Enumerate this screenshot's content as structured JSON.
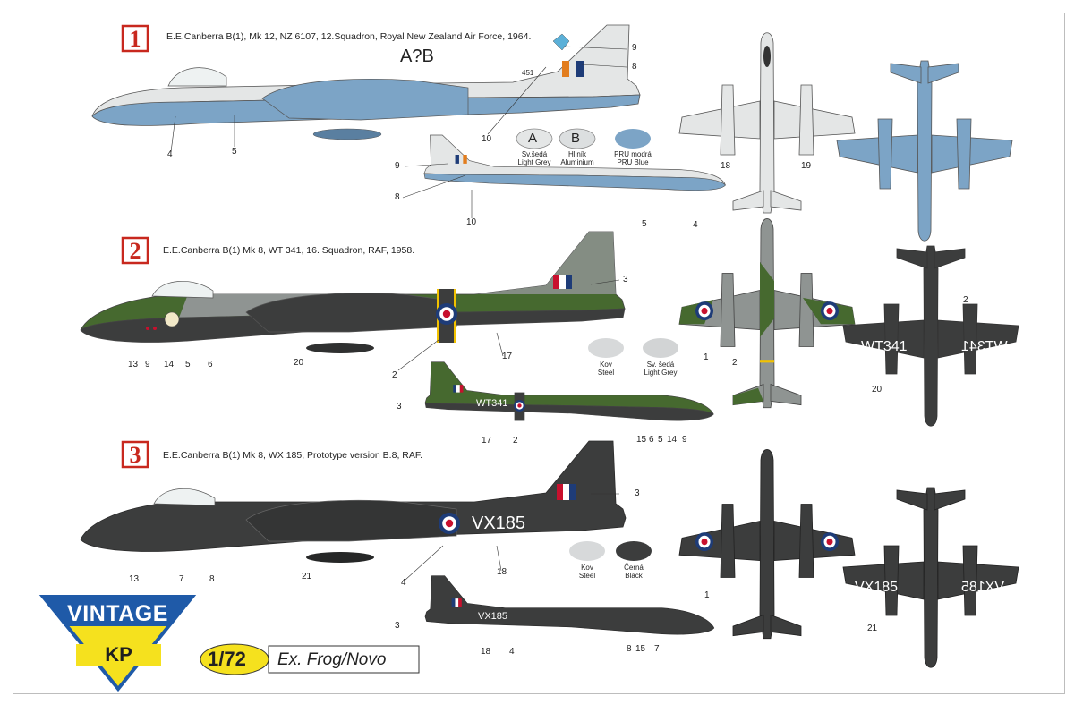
{
  "colors": {
    "prusky": "#7ca4c6",
    "silver": "#e4e6e6",
    "rafgreen": "#46692f",
    "rafgrey": "#8f9492",
    "black": "#3c3d3d",
    "roundel_red": "#c8102e",
    "roundel_blue": "#1e3c78",
    "badge_red": "#c8281e",
    "logo_blue": "#1f5aa8",
    "logo_yellow": "#f5e11e"
  },
  "schemes": [
    {
      "number": "1",
      "title": "E.E.Canberra B(1), Mk 12, NZ 6107, 12.Squadron, Royal New Zealand Air Force, 1964.",
      "fin_code": "A?B",
      "small_code": "451",
      "callouts": [
        "9",
        "8",
        "4",
        "5",
        "10",
        "9",
        "8",
        "10",
        "5",
        "4",
        "18",
        "19"
      ]
    },
    {
      "number": "2",
      "title": "E.E.Canberra B(1) Mk 8,  WT 341, 16. Squadron, RAF, 1958.",
      "serial": "WT341",
      "callouts": [
        "3",
        "13",
        "9",
        "14",
        "5",
        "6",
        "20",
        "2",
        "17",
        "3",
        "17",
        "2",
        "15",
        "6",
        "5",
        "14",
        "9",
        "1",
        "2",
        "2",
        "20"
      ]
    },
    {
      "number": "3",
      "title": "E.E.Canberra B(1) Mk 8,  WX 185, Prototype version B.8, RAF.",
      "serial": "VX185",
      "callouts": [
        "3",
        "13",
        "7",
        "8",
        "21",
        "4",
        "18",
        "3",
        "18",
        "4",
        "8",
        "15",
        "7",
        "1",
        "21"
      ]
    }
  ],
  "swatches": [
    {
      "letter": "A",
      "line1": "Sv.šedá",
      "line2": "Light Grey",
      "color": "#e4e6e6"
    },
    {
      "letter": "B",
      "line1": "Hliník",
      "line2": "Aluminium",
      "color": "#dcdfe0"
    },
    {
      "letter": "",
      "line1": "PRU modrá",
      "line2": "PRU Blue",
      "color": "#7ca4c6"
    },
    {
      "letter": "",
      "line1": "Kov",
      "line2": "Steel",
      "color": "#d7d9da"
    },
    {
      "letter": "",
      "line1": "Sv. šedá",
      "line2": "Light Grey",
      "color": "#d2d4d5"
    },
    {
      "letter": "",
      "line1": "Kov",
      "line2": "Steel",
      "color": "#d7d9da"
    },
    {
      "letter": "",
      "line1": "Černá",
      "line2": "Black",
      "color": "#3c3d3d"
    }
  ],
  "logo": {
    "top": "VINTAGE",
    "bottom": "KP"
  },
  "scale": {
    "prefix": "1/",
    "value": "72",
    "note": "Ex. Frog/Novo"
  }
}
